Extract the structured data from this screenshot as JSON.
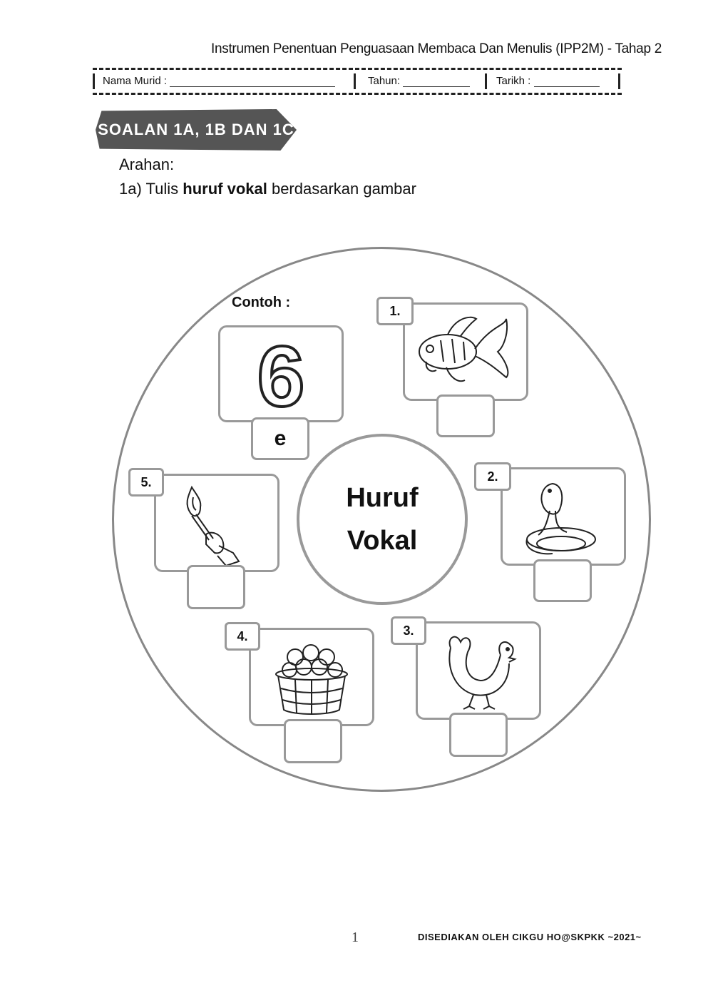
{
  "header": {
    "title": "Instrumen Penentuan Penguasaan Membaca Dan Menulis (IPP2M) - Tahap 2",
    "nama_label": "Nama Murid :",
    "tahun_label": "Tahun:",
    "tarikh_label": "Tarikh :"
  },
  "section": {
    "label": "SOALAN 1A, 1B DAN 1C"
  },
  "instructions": {
    "arahan": "Arahan:",
    "prefix": "1a) Tulis ",
    "bold": "huruf vokal",
    "suffix": "  berdasarkan gambar"
  },
  "center": {
    "line1": "Huruf",
    "line2": "Vokal"
  },
  "example": {
    "label": "Contoh :",
    "digit": "6",
    "answer": "e"
  },
  "items": [
    {
      "number": "1.",
      "picture": "fish-icon",
      "answer": ""
    },
    {
      "number": "2.",
      "picture": "cobra-icon",
      "answer": ""
    },
    {
      "number": "3.",
      "picture": "hen-icon",
      "answer": ""
    },
    {
      "number": "4.",
      "picture": "apple-basket-icon",
      "answer": ""
    },
    {
      "number": "5.",
      "picture": "torch-icon",
      "answer": ""
    }
  ],
  "footer": {
    "page": "1",
    "credit": "DISEDIAKAN OLEH CIKGU HO@SKPKK ~2021~"
  }
}
